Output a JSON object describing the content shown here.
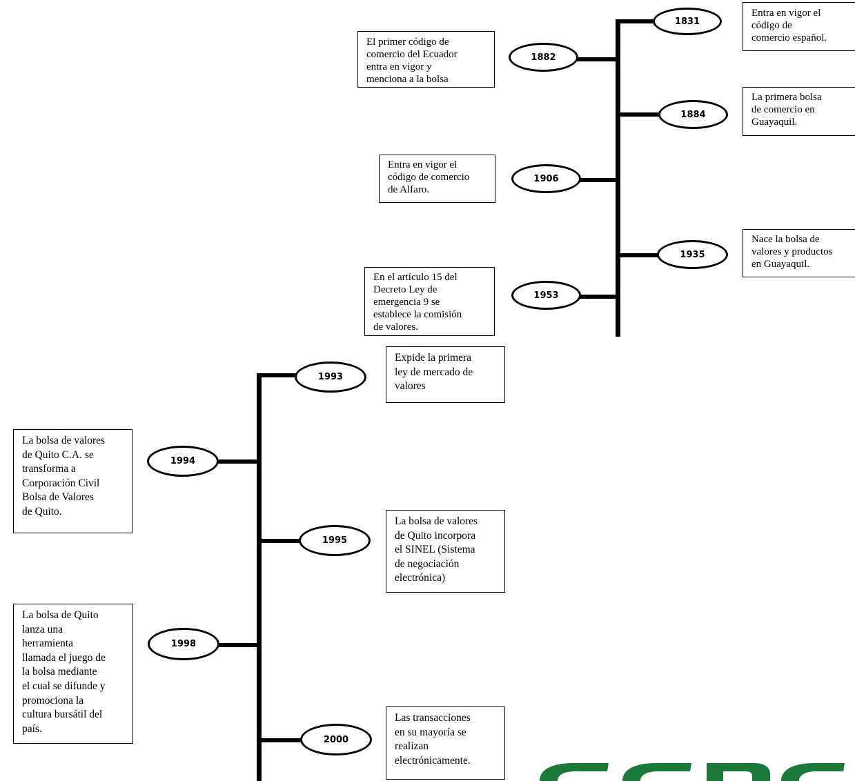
{
  "colors": {
    "logo": "#1a7a3a",
    "line": "#000000"
  },
  "timeline_top": {
    "events": [
      {
        "year": "1831",
        "side": "right",
        "text": "Entra en vigor el\ncódigo de\ncomercio español."
      },
      {
        "year": "1882",
        "side": "left",
        "text": "El primer código de\ncomercio del Ecuador\nentra en vigor y\nmenciona a la bolsa"
      },
      {
        "year": "1884",
        "side": "right",
        "text": "La primera bolsa\nde comercio en\nGuayaquil."
      },
      {
        "year": "1906",
        "side": "left",
        "text": "Entra en vigor el\ncódigo de comercio\nde Alfaro."
      },
      {
        "year": "1935",
        "side": "right",
        "text": "Nace la bolsa de\nvalores y productos\nen Guayaquil."
      },
      {
        "year": "1953",
        "side": "left",
        "text": "En el artículo 15 del\nDecreto Ley de\nemergencia 9 se\nestablece la comisión\nde valores."
      }
    ]
  },
  "timeline_bottom": {
    "events": [
      {
        "year": "1993",
        "side": "right",
        "text": "Expide la primera\nley de mercado de\nvalores"
      },
      {
        "year": "1994",
        "side": "left",
        "text": "La bolsa de valores\nde Quito C.A. se\ntransforma a\nCorporación Civil\nBolsa de Valores\nde Quito."
      },
      {
        "year": "1995",
        "side": "right",
        "text": "La bolsa de valores\nde Quito incorpora\nel SINEL (Sistema\nde negociación\nelectrónica)"
      },
      {
        "year": "1998",
        "side": "left",
        "text": "La bolsa de Quito\nlanza una\nherramienta\nllamada el juego de\nla bolsa mediante\nel cual se difunde y\npromociona la\ncultura bursátil del\npaís."
      },
      {
        "year": "2000",
        "side": "right",
        "text": "Las transacciones\nen su mayoría se\nrealizan\nelectrónicamente."
      }
    ]
  }
}
